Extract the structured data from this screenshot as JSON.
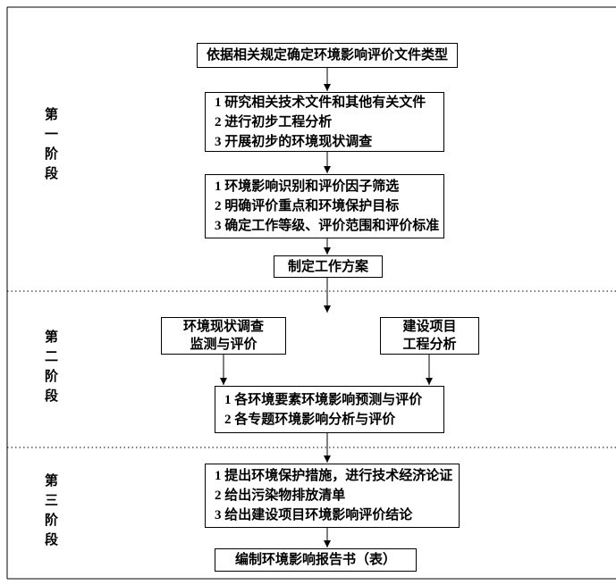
{
  "colors": {
    "line": "#000000",
    "background": "#ffffff"
  },
  "stage_labels": [
    "第一阶段",
    "第二阶段",
    "第三阶段"
  ],
  "flow": {
    "step1": "依据相关规定确定环境影响评价文件类型",
    "step2_lines": [
      "1 研究相关技术文件和其他有关文件",
      "2 进行初步工程分析",
      "3 开展初步的环境现状调查"
    ],
    "step3_lines": [
      "1 环境影响识别和评价因子筛选",
      "2 明确评价重点和环境保护目标",
      "3 确定工作等级、评价范围和评价标准"
    ],
    "step4": "制定工作方案",
    "parallel_left_lines": [
      "环境现状调查",
      "监测与评价"
    ],
    "parallel_right_lines": [
      "建设项目",
      "工程分析"
    ],
    "step6_lines": [
      "1 各环境要素环境影响预测与评价",
      "2 各专题环境影响分析与评价"
    ],
    "step7_lines": [
      "1 提出环境保护措施，进行技术经济论证",
      "2 给出污染物排放清单",
      "3 给出建设项目环境影响评价结论"
    ],
    "step8": "编制环境影响报告书（表）"
  }
}
